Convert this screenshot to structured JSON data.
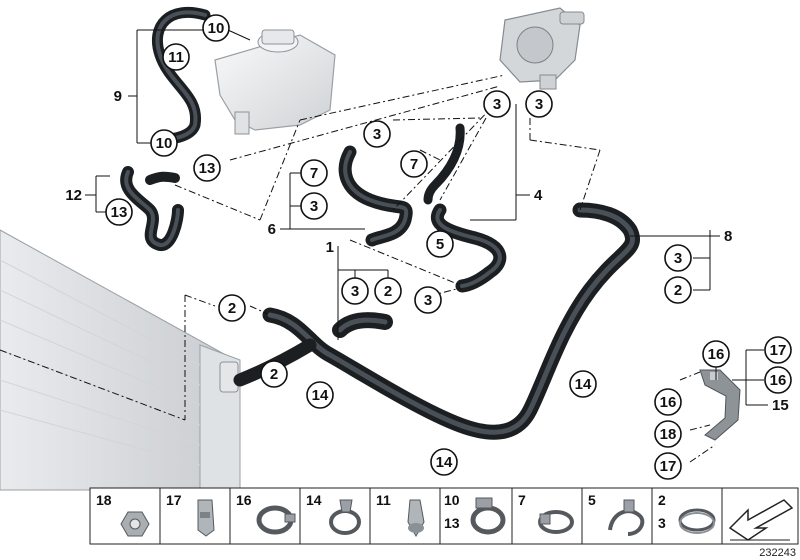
{
  "callouts": [
    {
      "id": "c10a",
      "text": "10"
    },
    {
      "id": "c11",
      "text": "11"
    },
    {
      "id": "c10b",
      "text": "10"
    },
    {
      "id": "c13a",
      "text": "13"
    },
    {
      "id": "c13b",
      "text": "13"
    },
    {
      "id": "c3a",
      "text": "3"
    },
    {
      "id": "c3b",
      "text": "3"
    },
    {
      "id": "c3c",
      "text": "3"
    },
    {
      "id": "c7a",
      "text": "7"
    },
    {
      "id": "c7b",
      "text": "7"
    },
    {
      "id": "c3d",
      "text": "3"
    },
    {
      "id": "c5",
      "text": "5"
    },
    {
      "id": "c3e",
      "text": "3"
    },
    {
      "id": "c2a",
      "text": "2"
    },
    {
      "id": "c3f",
      "text": "3"
    },
    {
      "id": "c3g",
      "text": "3"
    },
    {
      "id": "c2b",
      "text": "2"
    },
    {
      "id": "c2c",
      "text": "2"
    },
    {
      "id": "c2d",
      "text": "2"
    },
    {
      "id": "c14a",
      "text": "14"
    },
    {
      "id": "c14b",
      "text": "14"
    },
    {
      "id": "c14c",
      "text": "14"
    },
    {
      "id": "c16a",
      "text": "16"
    },
    {
      "id": "c17a",
      "text": "17"
    },
    {
      "id": "c16b",
      "text": "16"
    },
    {
      "id": "c16c",
      "text": "16"
    },
    {
      "id": "c18",
      "text": "18"
    },
    {
      "id": "c17b",
      "text": "17"
    }
  ],
  "labels": [
    {
      "id": "l9",
      "text": "9"
    },
    {
      "id": "l12",
      "text": "12"
    },
    {
      "id": "l6",
      "text": "6"
    },
    {
      "id": "l4",
      "text": "4"
    },
    {
      "id": "l1",
      "text": "1"
    },
    {
      "id": "l8",
      "text": "8"
    },
    {
      "id": "l15",
      "text": "15"
    }
  ],
  "legend": [
    {
      "top": "18",
      "bottom": "",
      "icon": "nut-icon"
    },
    {
      "top": "17",
      "bottom": "",
      "icon": "holder-clip-icon"
    },
    {
      "top": "16",
      "bottom": "",
      "icon": "bracket-clamp-icon"
    },
    {
      "top": "14",
      "bottom": "",
      "icon": "hose-clamp-icon"
    },
    {
      "top": "11",
      "bottom": "",
      "icon": "spring-clip-icon"
    },
    {
      "top": "10",
      "bottom": "13",
      "icon": "worm-clamp-icon"
    },
    {
      "top": "7",
      "bottom": "",
      "icon": "screw-clamp-icon"
    },
    {
      "top": "5",
      "bottom": "",
      "icon": "quick-clip-icon"
    },
    {
      "top": "2",
      "bottom": "3",
      "icon": "band-clamp-icon"
    },
    {
      "top": "",
      "bottom": "",
      "icon": "arrow-down-left-icon"
    }
  ],
  "diagram_id": "232243"
}
